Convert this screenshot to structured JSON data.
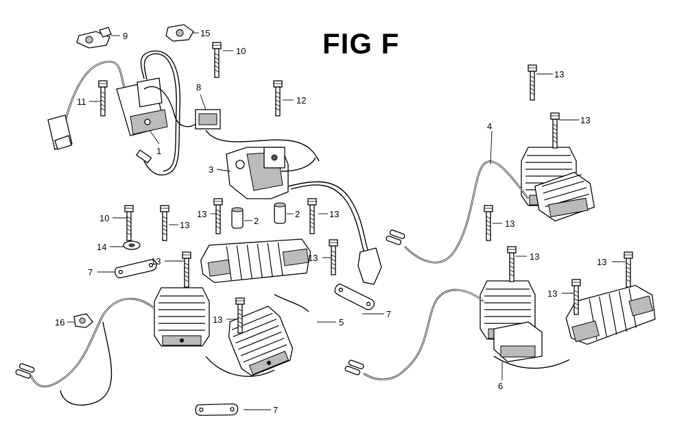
{
  "figure": {
    "title": "FIG F"
  },
  "callouts": [
    {
      "id": "c9",
      "label": "9"
    },
    {
      "id": "c15",
      "label": "15"
    },
    {
      "id": "c10a",
      "label": "10"
    },
    {
      "id": "c8",
      "label": "8"
    },
    {
      "id": "c11",
      "label": "11"
    },
    {
      "id": "c1",
      "label": "1"
    },
    {
      "id": "c12",
      "label": "12"
    },
    {
      "id": "c3",
      "label": "3"
    },
    {
      "id": "c2a",
      "label": "2"
    },
    {
      "id": "c2b",
      "label": "2"
    },
    {
      "id": "c13a",
      "label": "13"
    },
    {
      "id": "c13b",
      "label": "13"
    },
    {
      "id": "c13c",
      "label": "13"
    },
    {
      "id": "c10b",
      "label": "10"
    },
    {
      "id": "c14",
      "label": "14"
    },
    {
      "id": "c7a",
      "label": "7"
    },
    {
      "id": "c13d",
      "label": "13"
    },
    {
      "id": "c13e",
      "label": "13"
    },
    {
      "id": "c16",
      "label": "16"
    },
    {
      "id": "c13f",
      "label": "13"
    },
    {
      "id": "c5",
      "label": "5"
    },
    {
      "id": "c7b",
      "label": "7"
    },
    {
      "id": "c7c",
      "label": "7"
    },
    {
      "id": "c13g",
      "label": "13"
    },
    {
      "id": "c4",
      "label": "4"
    },
    {
      "id": "c13h",
      "label": "13"
    },
    {
      "id": "c13i",
      "label": "13"
    },
    {
      "id": "c13j",
      "label": "13"
    },
    {
      "id": "c13k",
      "label": "13"
    },
    {
      "id": "c13l",
      "label": "13"
    },
    {
      "id": "c13m",
      "label": "13"
    },
    {
      "id": "c6",
      "label": "6"
    }
  ]
}
